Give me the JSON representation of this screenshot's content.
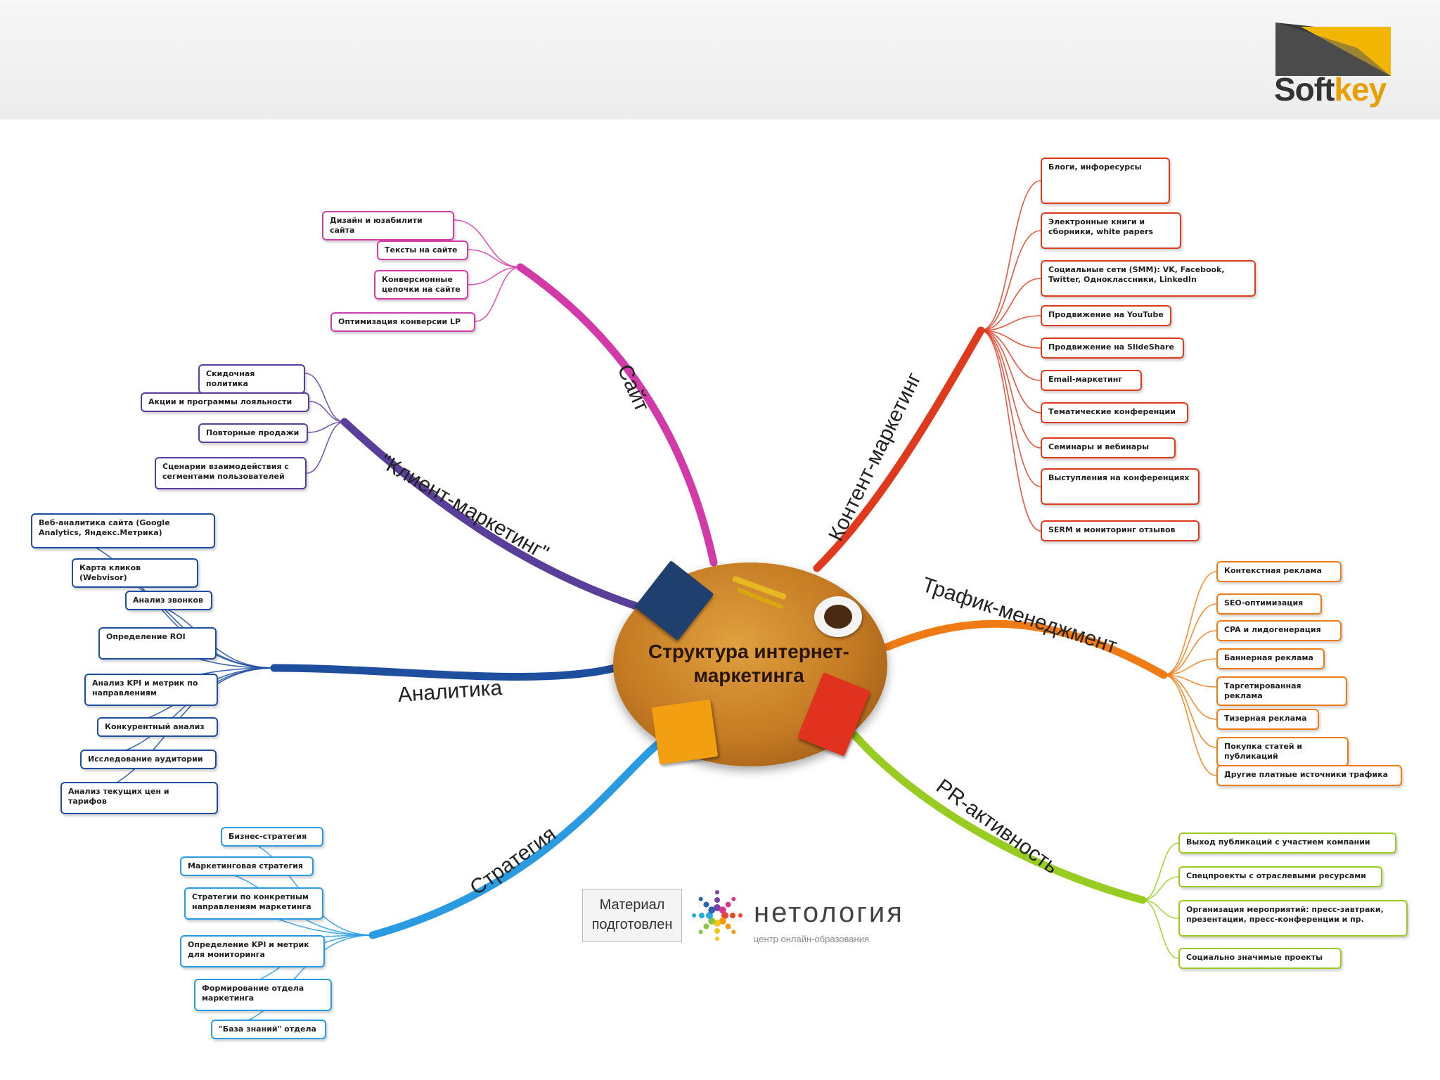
{
  "logo": {
    "part1": "Soft",
    "part2": "key"
  },
  "center": {
    "title_line1": "Структура интернет-",
    "title_line2": "маркетинга"
  },
  "branches": [
    {
      "key": "sait",
      "label": "Сайт",
      "color": "#d23aa8",
      "items": [
        "Дизайн и юзабилити сайта",
        "Тексты на сайте",
        "Конверсионные цепочки на сайте",
        "Оптимизация конверсии LP"
      ]
    },
    {
      "key": "klient",
      "label": "\"Клиент-маркетинг\"",
      "color": "#5a3f9a",
      "items": [
        "Скидочная политика",
        "Акции и программы лояльности",
        "Повторные продажи",
        "Сценарии взаимодействия с сегментами пользователей"
      ]
    },
    {
      "key": "analitika",
      "label": "Аналитика",
      "color": "#1e4f9e",
      "items": [
        "Веб-аналитика сайта (Google Analytics, Яндекс.Метрика)",
        "Карта кликов (Webvisor)",
        "Анализ звонков",
        "Определение ROI",
        "Анализ KPI и метрик по направлениям",
        "Конкурентный анализ",
        "Исследование аудитории",
        "Анализ текущих цен и тарифов"
      ]
    },
    {
      "key": "strategiya",
      "label": "Стратегия",
      "color": "#2a9be0",
      "items": [
        "Бизнес-стратегия",
        "Маркетинговая стратегия",
        "Стратегии по конкретным направлениям маркетинга",
        "Определение KPI и метрик для мониторинга",
        "Формирование отдела маркетинга",
        "\"База знаний\" отдела"
      ]
    },
    {
      "key": "kontent",
      "label": "Контент-маркетинг",
      "color": "#e03a1e",
      "items": [
        "Блоги, инфоресурсы",
        "Электронные книги и сборники, white papers",
        "Социальные сети (SMM): VK, Facebook, Twitter, Одноклассники, LinkedIn",
        "Продвижение на YouTube",
        "Продвижение на SlideShare",
        "Email-маркетинг",
        "Тематические конференции",
        "Семинары и вебинары",
        "Выступления на конференциях",
        "SERM и мониторинг отзывов"
      ]
    },
    {
      "key": "trafik",
      "label": "Трафик-менеджмент",
      "color": "#f07a14",
      "items": [
        "Контекстная реклама",
        "SEO-оптимизация",
        "CPA и лидогенерация",
        "Баннерная реклама",
        "Таргетированная реклама",
        "Тизерная реклама",
        "Покупка статей и публикаций",
        "Другие платные источники трафика"
      ]
    },
    {
      "key": "pr",
      "label": "PR-активность",
      "color": "#98cc22",
      "items": [
        "Выход публикаций с участием компании",
        "Спецпроекты с отраслевыми ресурсами",
        "Организация мероприятий: пресс-завтраки, презентации, пресс-конференции и пр.",
        "Социально значимые проекты"
      ]
    }
  ],
  "credit": {
    "label": "Материал подготовлен",
    "org_name": "нетология",
    "org_sub": "центр онлайн-образования"
  }
}
